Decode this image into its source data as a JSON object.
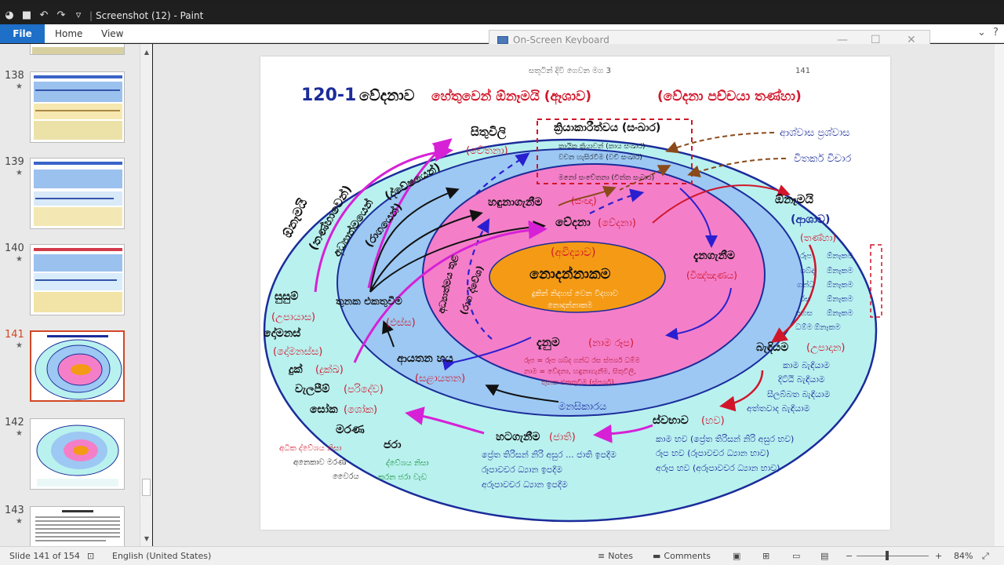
{
  "window": {
    "title": "Screenshot (12) - Paint",
    "separator": "|"
  },
  "quick_access": [
    {
      "icon": "app-icon",
      "glyph": "◕"
    },
    {
      "icon": "save-icon",
      "glyph": "■"
    },
    {
      "icon": "undo-icon",
      "glyph": "↶"
    },
    {
      "icon": "redo-icon",
      "glyph": "↷"
    },
    {
      "icon": "customize-icon",
      "glyph": "▿"
    }
  ],
  "ribbon": {
    "file": "File",
    "tabs": [
      "Home",
      "View"
    ],
    "collapse_glyph": "⌄",
    "help_glyph": "?"
  },
  "osk": {
    "title": "On-Screen Keyboard",
    "minimize": "—",
    "maximize": "☐",
    "close": "✕"
  },
  "thumbnails": [
    {
      "num": "",
      "star": ""
    },
    {
      "num": "138",
      "star": "★"
    },
    {
      "num": "139",
      "star": "★"
    },
    {
      "num": "140",
      "star": "★"
    },
    {
      "num": "141",
      "star": "★"
    },
    {
      "num": "142",
      "star": "★"
    },
    {
      "num": "143",
      "star": "★"
    }
  ],
  "slide": {
    "header_left": "සතුටින් දිවි ගෙවන මග 3",
    "page_no": "141",
    "title_num": "120-1",
    "title_a": "වේදනාව",
    "title_b": "හේතුවෙන් ඕනෑමයි (ඈශාව)",
    "title_c": "(වේදනා පච්චයා තණ්හා)",
    "labels": {
      "aswasa": "ආශ්වාස ප්‍රශ්වාස",
      "vitarka": "විතර්ක විචාර",
      "sankhara_head": "ක්‍රියාකාරීත්වය (සංඛාර)",
      "kaya": "කායික ක්‍රියාවන් (කාය සංඛාර)",
      "vachi": "වචන හැසිරවීම (වචී සංඛාර)",
      "mano": "මනෝ සංචේතනා (චිත්ත සංඛාර)",
      "sithuwili": "සිතුවිලි",
      "chetana": "(චේතනා)",
      "hadunagenima": "හඳුනාගැනීම",
      "sanna": "(සංඥා)",
      "vedana": "වේදනා",
      "vedana2": "(වේදනා)",
      "avidya": "(අවිද්‍යාව)",
      "nodannakama": "නොදන්නාකම",
      "nodanna_sub1": "දුකින් නිදහස් වෙන විදහාව",
      "nodanna_sub2": "නොදන්නාකම",
      "danagenima": "දැනගැනීම",
      "vinnana": "(විඤ්ඤාණය)",
      "danuma": "දැනුම",
      "nama_rupa": "(නාම රූප)",
      "rupa_def": "රූප = රූප ශබ්ද ගන්ධ රස ස්පර්ශ ධම්ම",
      "nama_def1": "නාම = වේදනා, හඳුනාගැනීම, සිතුවිලි,",
      "nama_def2": "තුනක එකතුවීම (ස්පර්ශ)",
      "ayatana": "ආයතන හය",
      "salayatana": "(සළායතන)",
      "tunaka": "තුනක එකතුවීම",
      "phassa": "(ඵස්ස)",
      "manasikara": "මනසිකාරය",
      "onaemayi": "ඕනෑමයි",
      "ashawa": "(ආශාව)",
      "tanha": "(තණ්හා)",
      "six_objects": [
        {
          "a": "රූප",
          "b": "ඕනෑකම"
        },
        {
          "a": "ශබ්ද",
          "b": "ඕනෑකම"
        },
        {
          "a": "ගන්ධ",
          "b": "ඕනෑකම"
        },
        {
          "a": "රස",
          "b": "ඕනෑකම"
        },
        {
          "a": "පහස",
          "b": "ඕනෑකම"
        },
        {
          "a": "ධම්ම",
          "b": "ඕනෑකම"
        }
      ],
      "badiyama": "බැඳියම",
      "upadana": "(උපාදාන)",
      "upadana_list": [
        "කාම බැඳීයාම",
        "දිට්ඨි බැඳීයාම",
        "සීලබ්බත බැඳීයාම",
        "අත්තවාද බැඳීයාම"
      ],
      "swabhawa": "ස්වභාව",
      "bhava": "(භව)",
      "bhava_list": [
        "කාම භව (ප්‍රේත තිරිසන් නිරි අසුර භව)",
        "රූප භව (රූපාවචර ධ්‍යාන භාව)",
        "අරූප භව (අරූපාවචර ධ්‍යාන භාව)"
      ],
      "hatagenima": "හටගැනීම",
      "jati": "(ජාති)",
      "jati_list": [
        "ප්‍රේත තිරිසන් නිරි අසුර ... ජාති ඉපදීම",
        "රූපාවචර ධ්‍යාන ඉපදීම",
        "අරූපාවචර ධ්‍යාන ඉපදීම"
      ],
      "jara": "ජරා",
      "jara_sub1": "ද්වේශය නිසා",
      "jara_sub2": "කරන ජරා වැඩ",
      "marana": "මරණ",
      "adhika": "අධික ද්වේශය නිසා",
      "anekawa": "අනෙකාව මරණ",
      "weraya": "වෛරය",
      "soka": "සෝක",
      "soka2": "(ශෝක)",
      "walapim": "වැලපීම්",
      "paridewa": "(පරිදේව)",
      "duk": "දුක්",
      "dukkha": "(දුක්ඛ)",
      "domanas": "දෝමනස්",
      "domanassa": "(දෝමනස්ස)",
      "susum": "සුසුම්",
      "upayasa": "(උපායාස)",
      "outer_arc1": "ඕනෑමයි",
      "outer_arc2": "(තණ්හාවෙන්)",
      "mid_arc1": "අධ්‍යාත්මයෙන්",
      "mid_arc2": "(රාගයෙන්)",
      "mid_arc3": "(ද්වේෂයෙන්)",
      "inner_arc1": "අධ්‍යාත්මය තුළ",
      "inner_arc2": "(රාග ද්වේශ)"
    }
  },
  "status": {
    "slide_info": "Slide 141 of 154",
    "spell_glyph": "⊡",
    "language": "English (United States)",
    "notes": "Notes",
    "comments": "Comments",
    "zoom_minus": "−",
    "zoom_plus": "+",
    "zoom": "84%"
  },
  "colors": {
    "outer": "#b9f1ef",
    "middle": "#9cc8f3",
    "inner": "#f47fc8",
    "core": "#f49a15",
    "title_blue": "#1b2c9a",
    "title_red": "#d1162a"
  }
}
